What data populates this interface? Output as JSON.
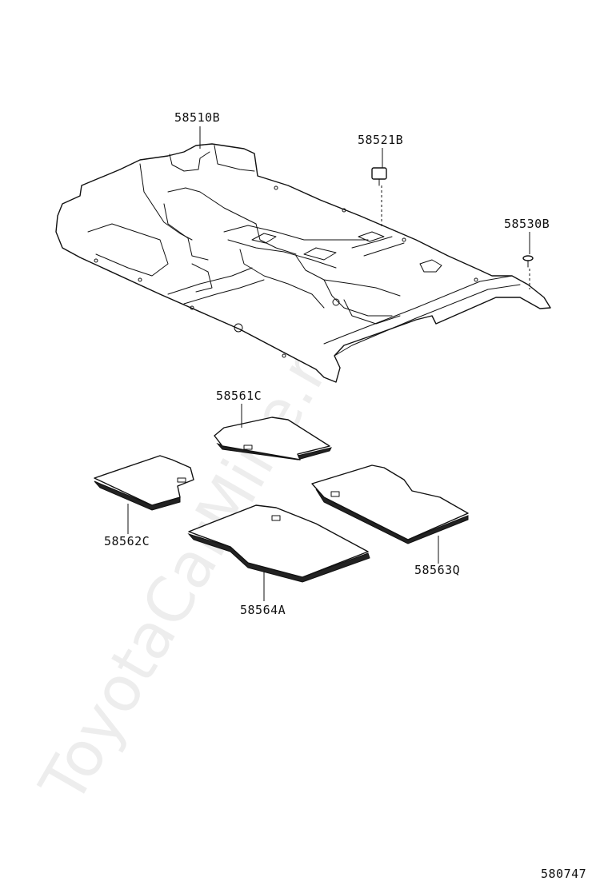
{
  "labels": {
    "carpet_main": "58510B",
    "clip": "58521B",
    "screw": "58530B",
    "mat_rear_center": "58561C",
    "mat_rear_left": "58562C",
    "mat_front_right": "58563Q",
    "mat_front_left": "58564A"
  },
  "diagram_number": "580747",
  "watermark": "ToyotaCarMine.ru"
}
